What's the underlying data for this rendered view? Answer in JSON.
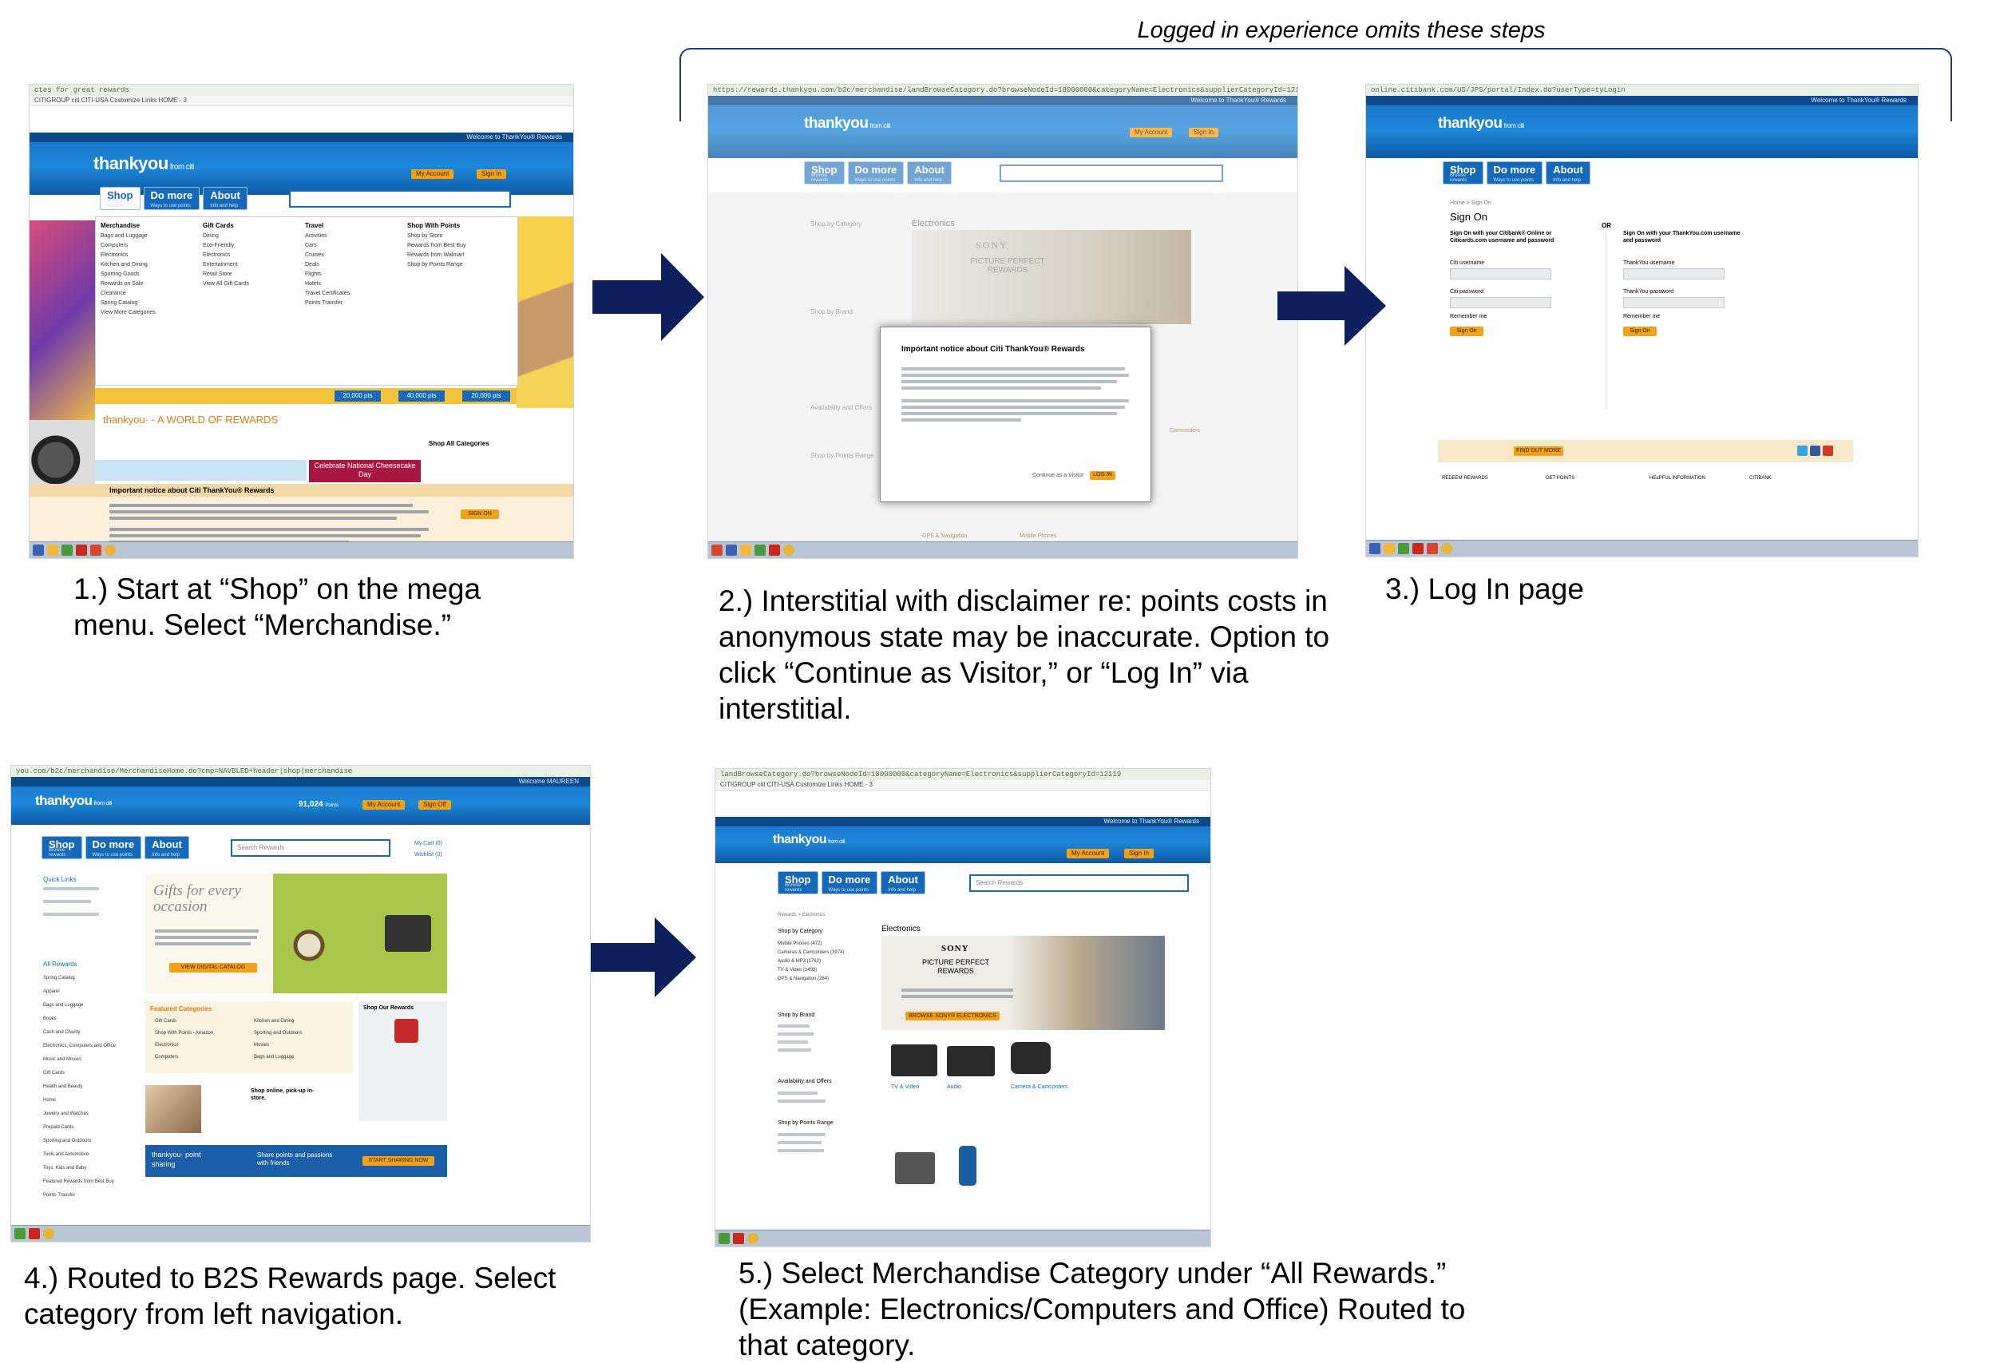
{
  "bracket_label": "Logged in experience omits these steps",
  "colors": {
    "arrow": "#0d1f5c",
    "brand_blue": "#1d87d8",
    "orange": "#f2a11a",
    "bracket": "#1f3a8a"
  },
  "captions": {
    "step1": "1.) Start at “Shop” on the mega menu. Select “Merchandise.”",
    "step2": "2.) Interstitial with disclaimer re: points costs in anonymous state may be inaccurate. Option to click “Continue as Visitor,” or “Log In” via interstitial.",
    "step3": "3.) Log In page",
    "step4": "4.) Routed to B2S Rewards page. Select category from left navigation.",
    "step5": "5.) Select Merchandise Category under “All Rewards.” (Example: Electronics/Computers and Office) Routed to that category."
  },
  "site": {
    "logo": "thankyou",
    "logo_sub": "from citi",
    "nav": [
      {
        "label": "Shop",
        "sub": "Browse rewards"
      },
      {
        "label": "Do more",
        "sub": "Ways to use points"
      },
      {
        "label": "About",
        "sub": "Info and help"
      }
    ],
    "search_placeholder": "Search Rewards",
    "my_account": "My Account",
    "sign_in": "Sign In",
    "sign_off": "Sign Off",
    "welcome": "Welcome to ThankYou® Rewards",
    "welcome_user": "Welcome MAUREEN",
    "points_balance": "91,024",
    "points_label": "Points"
  },
  "screen1": {
    "url": "ctes for great rewards",
    "favorites": "CITIGROUP  citi CITI-USA  Customize Links  HOME - 3",
    "menu_cols": [
      {
        "title": "Merchandise",
        "items": [
          "Bags and Luggage",
          "Computers",
          "Electronics",
          "Kitchen and Dining",
          "Sporting Goods",
          "Rewards on Sale",
          "Clearance",
          "Spring Catalog",
          "View More Categories"
        ]
      },
      {
        "title": "Gift Cards",
        "items": [
          "Dining",
          "Eco-Friendly",
          "Electronics",
          "Entertainment",
          "Retail Store",
          "View All Gift Cards"
        ]
      },
      {
        "title": "Travel",
        "items": [
          "Activities",
          "Cars",
          "Cruises",
          "Deals",
          "Flights",
          "Hotels",
          "Travel Certificates",
          "Points Transfer"
        ]
      },
      {
        "title": "Shop With Points",
        "items": [
          "Shop by Store",
          "Rewards from Best Buy",
          "Rewards from Walmart",
          "Shop by Points Range"
        ]
      }
    ],
    "points_tiles": [
      "20,000 pts",
      "40,000 pts",
      "20,000 pts"
    ],
    "tagline": "thankyou· - A WORLD OF REWARDS",
    "shop_all": "Shop All Categories",
    "promo": "Celebrate National Cheesecake Day",
    "notice_title": "Important notice about Citi ThankYou® Rewards",
    "notice_button": "SIGN ON"
  },
  "screen2": {
    "url": "https://rewards.thankyou.com/b2c/merchandise/landBrowseCategory.do?browseNodeId=18000000&categoryName=Electronics&supplierCategoryId=12119",
    "section": "Electronics",
    "sidebar_headers": [
      "Shop by Category",
      "Shop by Brand",
      "Availability and Offers",
      "Shop by Points Range"
    ],
    "banner_brand": "SONY",
    "banner_title": "PICTURE PERFECT REWARDS",
    "modal_title": "Important notice about Citi ThankYou® Rewards",
    "modal_continue": "Continue as a Visitor",
    "modal_login": "LOG IN",
    "tiles": [
      "GPS & Navigation",
      "Mobile Phones",
      "Camcorders"
    ]
  },
  "screen3": {
    "url": "online.citibank.com/US/JPS/portal/Index.do?userType=tyLogin",
    "breadcrumb": "Home > Sign On",
    "title": "Sign On",
    "left_heading": "Sign On with your Citibank® Online or Citicards.com username and password",
    "right_heading": "Sign On with your ThankYou.com username and password",
    "or": "OR",
    "left_user": "Citi username",
    "left_pass": "Citi password",
    "right_user": "ThankYou username",
    "right_pass": "ThankYou password",
    "remember": "Remember me",
    "signon_button": "Sign On",
    "find_out": "FIND OUT MORE",
    "footer_cols": [
      "REDEEM REWARDS",
      "GET POINTS",
      "HELPFUL INFORMATION",
      "CITIBANK"
    ]
  },
  "screen4": {
    "url": "you.com/b2c/merchandise/MerchandiseHome.do?cmp=NAVBLED+header|shop|merchandise",
    "quick_links": "Quick Links",
    "all_rewards": "All Rewards",
    "left_items": [
      "Spring Catalog",
      "Apparel",
      "Bags and Luggage",
      "Books",
      "Cash and Charity",
      "Electronics, Computers and Office",
      "Music and Movies",
      "Gift Cards",
      "Health and Beauty",
      "Home",
      "Jewelry and Watches",
      "Prepaid Cards",
      "Sporting and Outdoors",
      "Tools and Automotive",
      "Toys, Kids and Baby",
      "Featured Rewards from Best Buy",
      "Points Transfer"
    ],
    "hero_title": "Gifts for every occasion",
    "hero_button": "VIEW DIGITAL CATALOG",
    "featured": "Featured Categories",
    "featured_items": [
      "Gift Cards",
      "Shop With Points - Amazon",
      "Electronics",
      "Computers",
      "Kitchen and Dining",
      "Sporting and Outdoors",
      "Movies",
      "Bags and Luggage"
    ],
    "shop_our_rewards": "Shop Our Rewards",
    "pickup_title": "Shop online, pick-up in-store.",
    "share_brand": "thankyou· point sharing",
    "share_text": "Share points and passions with friends",
    "share_button": "START SHARING NOW",
    "cart": "My Cart (0)",
    "wishlist": "Wishlist (0)"
  },
  "screen5": {
    "url": "landBrowseCategory.do?browseNodeId=18000000&categoryName=Electronics&supplierCategoryId=12119",
    "favorites": "CITIGROUP  citi CITI-USA  Customize Links  HOME - 3",
    "breadcrumb": "Rewards > Electronics",
    "section": "Electronics",
    "sidebar_headers": [
      "Shop by Category",
      "Shop by Brand",
      "Availability and Offers",
      "Shop by Points Range"
    ],
    "category_items": [
      "Mobile Phones (472)",
      "Cameras & Camcorders (3974)",
      "Audio & MP3 (1762)",
      "TV & Video (1499)",
      "GPS & Navigation (284)"
    ],
    "banner_brand": "SONY",
    "banner_title": "PICTURE PERFECT REWARDS",
    "banner_button": "BROWSE SONY® ELECTRONICS",
    "products": [
      "TV & Video",
      "Audio",
      "Camera & Camcorders"
    ]
  }
}
